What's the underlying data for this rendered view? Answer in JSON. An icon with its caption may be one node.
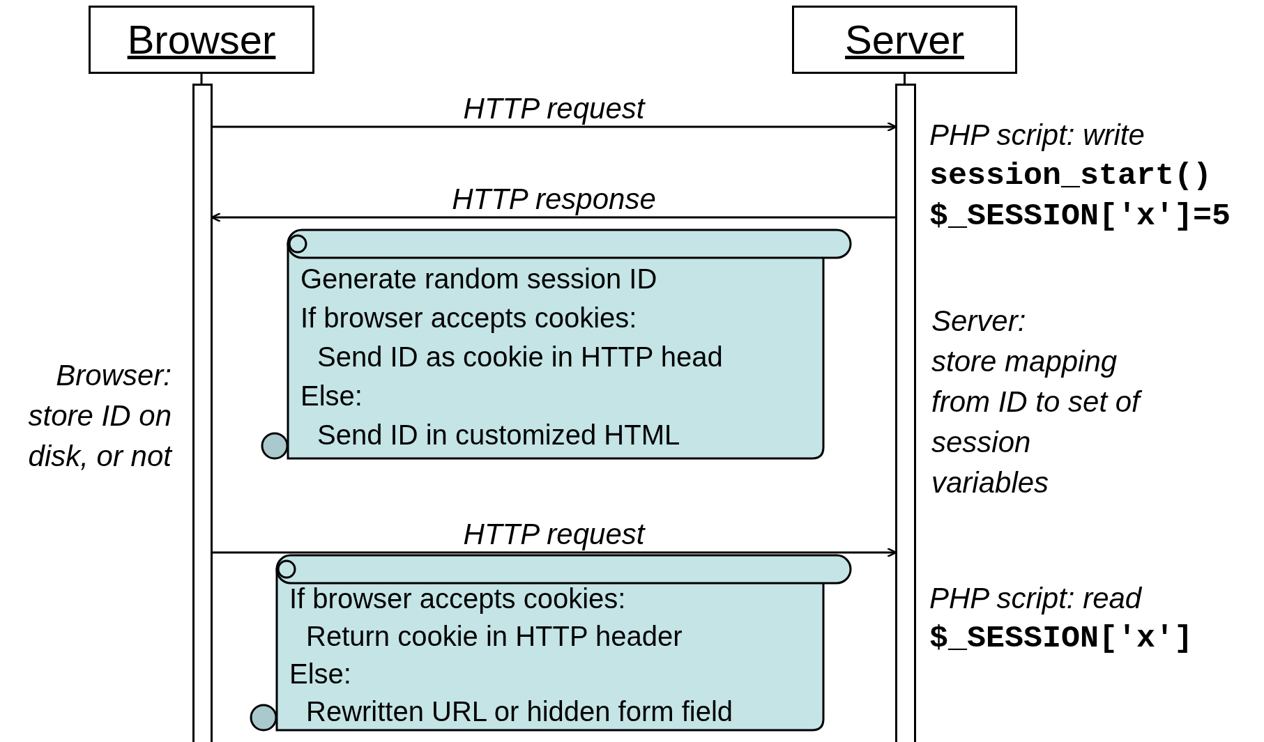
{
  "diagram": {
    "nodes": [
      {
        "text": [
          "Browser"
        ]
      },
      {
        "text": [
          "Server"
        ]
      },
      {
        "text": [],
        "shape": "bar"
      },
      {
        "text": [],
        "shape": "bar"
      },
      {
        "text": [
          "Generate random session ID",
          "If browser accepts cookies:",
          "Send ID as cookie in HTTP head",
          "Else:",
          "Send ID in customized HTML"
        ]
      },
      {
        "text": [
          "If browser accepts cookies:",
          "Return cookie in HTTP header",
          "Else:",
          "Rewritten URL or hidden form field"
        ]
      }
    ],
    "edges": [
      {
        "from": 0,
        "to": 2,
        "arrow": "none"
      },
      {
        "from": 1,
        "to": 3,
        "arrow": "none"
      },
      {
        "from": 2,
        "to": 3,
        "arrow": "to",
        "label": "HTTP request"
      },
      {
        "from": 3,
        "to": 2,
        "arrow": "to",
        "label": "HTTP response"
      },
      {
        "from": 2,
        "to": 3,
        "arrow": "to",
        "label": "HTTP request"
      }
    ],
    "labels": [
      "PHP script: write",
      "session_start()",
      "$_SESSION['x']=5",
      "Server:",
      "store mapping from ID to set of session variables",
      "Browser:",
      "store ID on disk, or not",
      "PHP script: read",
      "$_SESSION['x']"
    ]
  }
}
